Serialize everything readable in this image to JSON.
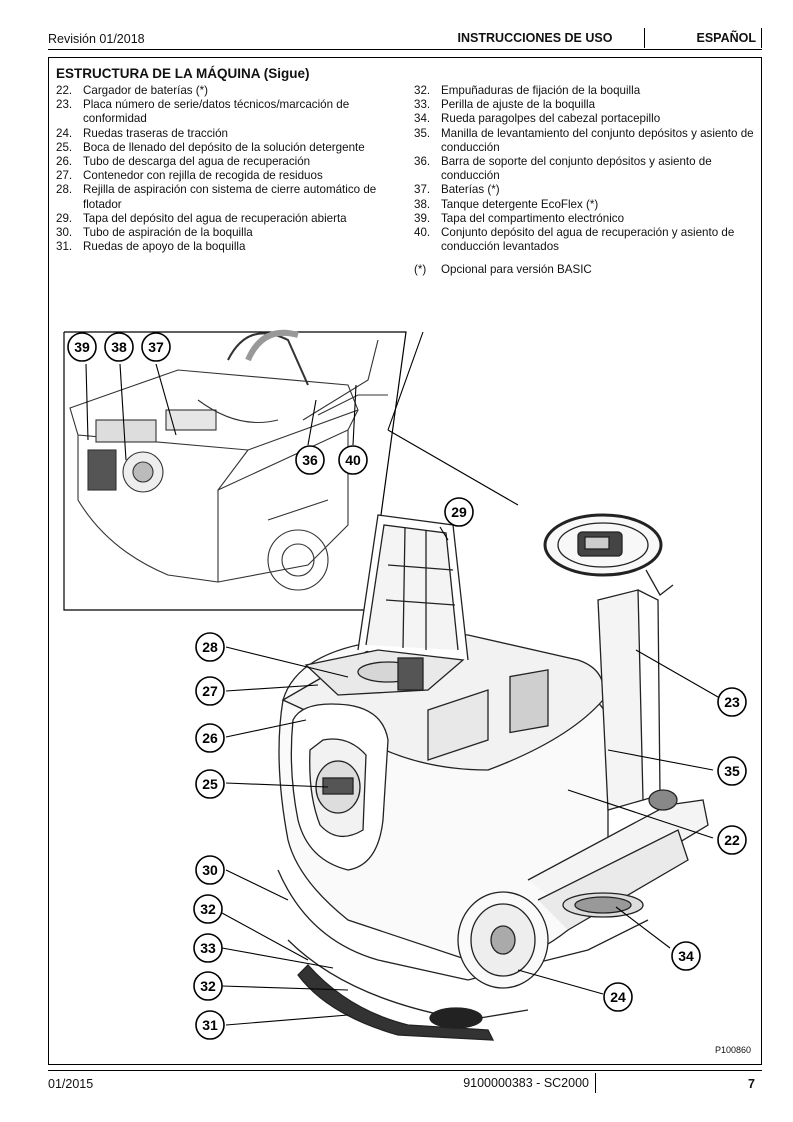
{
  "header": {
    "revision": "Revisión 01/2018",
    "section": "INSTRUCCIONES DE USO",
    "language": "ESPAÑOL"
  },
  "section_title": "ESTRUCTURA DE LA MÁQUINA (Sigue)",
  "left_items": [
    {
      "num": "22.",
      "text": "Cargador de baterías (*)"
    },
    {
      "num": "23.",
      "text": "Placa número de serie/datos técnicos/marcación de conformidad"
    },
    {
      "num": "24.",
      "text": "Ruedas traseras de tracción"
    },
    {
      "num": "25.",
      "text": "Boca de llenado del depósito de la solución detergente"
    },
    {
      "num": "26.",
      "text": "Tubo de descarga del agua de recuperación"
    },
    {
      "num": "27.",
      "text": "Contenedor con rejilla de recogida de residuos"
    },
    {
      "num": "28.",
      "text": "Rejilla de aspiración con sistema de cierre automático de flotador"
    },
    {
      "num": "29.",
      "text": "Tapa del depósito del agua de recuperación abierta"
    },
    {
      "num": "30.",
      "text": "Tubo de aspiración de la boquilla"
    },
    {
      "num": "31.",
      "text": "Ruedas de apoyo de la boquilla"
    }
  ],
  "right_items": [
    {
      "num": "32.",
      "text": "Empuñaduras de fijación de la boquilla"
    },
    {
      "num": "33.",
      "text": "Perilla de ajuste de la boquilla"
    },
    {
      "num": "34.",
      "text": "Rueda paragolpes del cabezal portacepillo"
    },
    {
      "num": "35.",
      "text": "Manilla de levantamiento del conjunto depósitos y asiento de conducción"
    },
    {
      "num": "36.",
      "text": "Barra de soporte del conjunto depósitos y asiento de conducción"
    },
    {
      "num": "37.",
      "text": "Baterías (*)"
    },
    {
      "num": "38.",
      "text": "Tanque detergente EcoFlex (*)"
    },
    {
      "num": "39.",
      "text": "Tapa del compartimento electrónico"
    },
    {
      "num": "40.",
      "text": "Conjunto depósito del agua de recuperación y asiento de conducción levantados"
    }
  ],
  "note": {
    "mark": "(*)",
    "text": "Opcional para versión BASIC"
  },
  "callouts": [
    "39",
    "38",
    "37",
    "36",
    "40",
    "29",
    "28",
    "27",
    "26",
    "25",
    "30",
    "32",
    "33",
    "32",
    "31",
    "23",
    "35",
    "22",
    "34",
    "24"
  ],
  "figure_code": "P100860",
  "footer": {
    "date": "01/2015",
    "doc_code": "9100000383 - SC2000",
    "page": "7"
  }
}
